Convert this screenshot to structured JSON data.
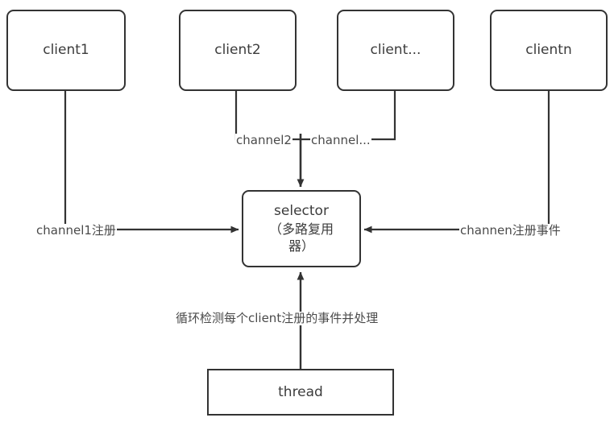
{
  "diagram": {
    "title": "NIO selector multiplexing diagram",
    "background_color": "#ffffff",
    "stroke_color": "#333333",
    "text_color": "#3c3c3c",
    "label_color": "#4a4a4a",
    "nodes": [
      {
        "id": "client1",
        "label": "client1",
        "shape": "rounded"
      },
      {
        "id": "client2",
        "label": "client2",
        "shape": "rounded"
      },
      {
        "id": "clientx",
        "label": "client...",
        "shape": "rounded"
      },
      {
        "id": "clientn",
        "label": "clientn",
        "shape": "rounded"
      },
      {
        "id": "selector",
        "label_line1": "selector",
        "label_line2": "（多路复用",
        "label_line3": "器）",
        "shape": "rounded"
      },
      {
        "id": "thread",
        "label": "thread",
        "shape": "square"
      }
    ],
    "edge_labels": [
      {
        "id": "channel1",
        "text": "channel1注册"
      },
      {
        "id": "channel2",
        "text": "channel2"
      },
      {
        "id": "channelx",
        "text": "channel..."
      },
      {
        "id": "channeln",
        "text": "channen注册事件"
      },
      {
        "id": "thread-loop",
        "text": "循环检测每个client注册的事件并处理"
      }
    ]
  }
}
